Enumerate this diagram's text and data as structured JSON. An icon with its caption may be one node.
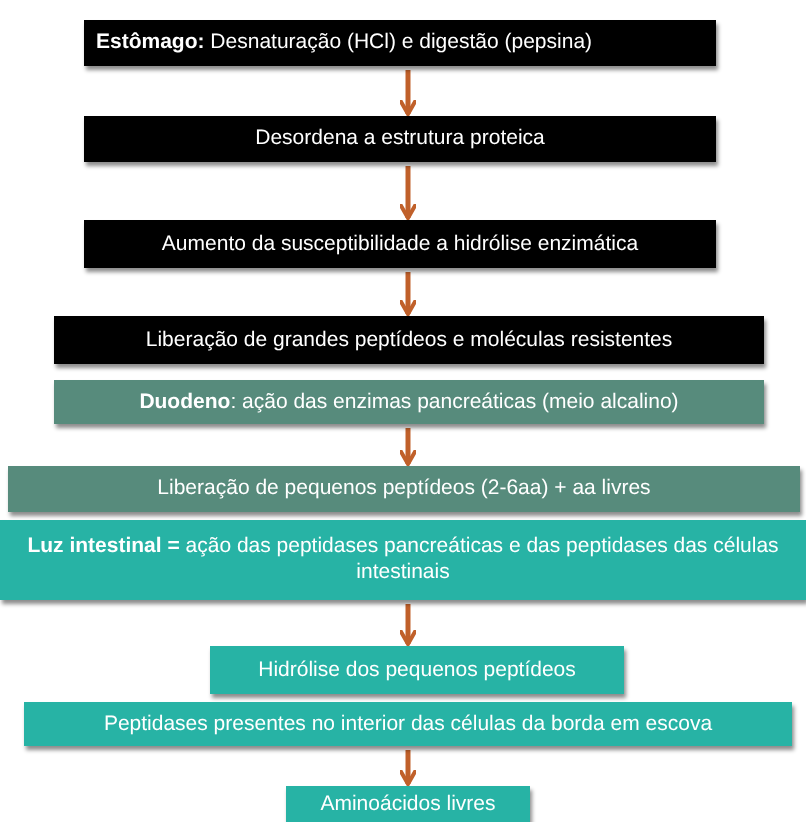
{
  "diagram": {
    "nodes": [
      {
        "text": [
          "**Estômago:** Desnaturação (HCl) e digestão (pepsina)"
        ]
      },
      {
        "text": [
          "Desordena a estrutura proteica"
        ]
      },
      {
        "text": [
          "Aumento da susceptibilidade a hidrólise enzimática"
        ]
      },
      {
        "text": [
          "Liberação de grandes peptídeos e moléculas resistentes"
        ]
      },
      {
        "text": [
          "**Duodeno**: ação das enzimas pancreáticas (meio alcalino)"
        ]
      },
      {
        "text": [
          "Liberação de pequenos peptídeos (2-6aa) + aa livres"
        ]
      },
      {
        "text": [
          "**Luz intestinal =** ação das peptidases pancreáticas e das peptidases das células intestinais"
        ]
      },
      {
        "text": [
          "Hidrólise dos pequenos peptídeos"
        ]
      },
      {
        "text": [
          "Peptidases presentes no interior das células da borda em escova"
        ]
      },
      {
        "text": [
          "Aminoácidos livres"
        ]
      }
    ],
    "edges": [
      {
        "from": 0,
        "to": 1,
        "arrow": "to"
      },
      {
        "from": 1,
        "to": 2,
        "arrow": "to"
      },
      {
        "from": 2,
        "to": 3,
        "arrow": "to"
      },
      {
        "from": 4,
        "to": 5,
        "arrow": "to"
      },
      {
        "from": 6,
        "to": 7,
        "arrow": "to"
      },
      {
        "from": 8,
        "to": 9,
        "arrow": "to"
      }
    ]
  }
}
